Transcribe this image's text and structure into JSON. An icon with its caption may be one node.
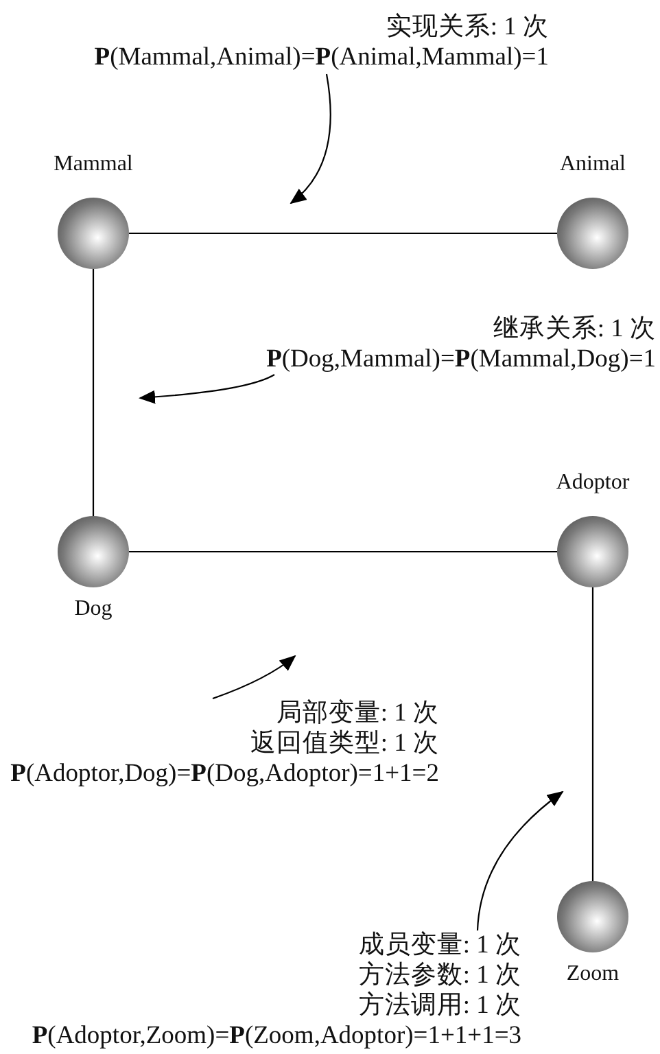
{
  "diagram": {
    "nodes": [
      {
        "text": [
          "Mammal"
        ]
      },
      {
        "text": [
          "Animal"
        ]
      },
      {
        "text": [
          "Dog"
        ]
      },
      {
        "text": [
          "Adoptor"
        ]
      },
      {
        "text": [
          "Zoom"
        ]
      },
      {
        "text": [
          "实现关系: 1 次",
          "**P**(Mammal,Animal)=**P**(Animal,Mammal)=1"
        ]
      },
      {
        "text": [
          "继承关系: 1 次",
          "**P**(Dog,Mammal)=**P**(Mammal,Dog)=1"
        ]
      },
      {
        "text": [
          "局部变量: 1 次",
          "返回值类型: 1 次",
          "**P**(Adoptor,Dog)=**P**(Dog,Adoptor)=1+1=2"
        ]
      },
      {
        "text": [
          "成员变量: 1 次",
          "方法参数: 1 次",
          "方法调用: 1 次",
          "**P**(Adoptor,Zoom)=**P**(Zoom,Adoptor)=1+1+1=3"
        ]
      }
    ],
    "edges": [
      {
        "from": 0,
        "to": 1,
        "arrow": "none"
      },
      {
        "from": 0,
        "to": 2,
        "arrow": "none"
      },
      {
        "from": 2,
        "to": 3,
        "arrow": "none"
      },
      {
        "from": 3,
        "to": 4,
        "arrow": "none"
      },
      {
        "from": 5,
        "to": null,
        "arrow": "to"
      },
      {
        "from": 6,
        "to": null,
        "arrow": "to"
      },
      {
        "from": 7,
        "to": null,
        "arrow": "to"
      },
      {
        "from": 8,
        "to": null,
        "arrow": "to"
      }
    ]
  }
}
